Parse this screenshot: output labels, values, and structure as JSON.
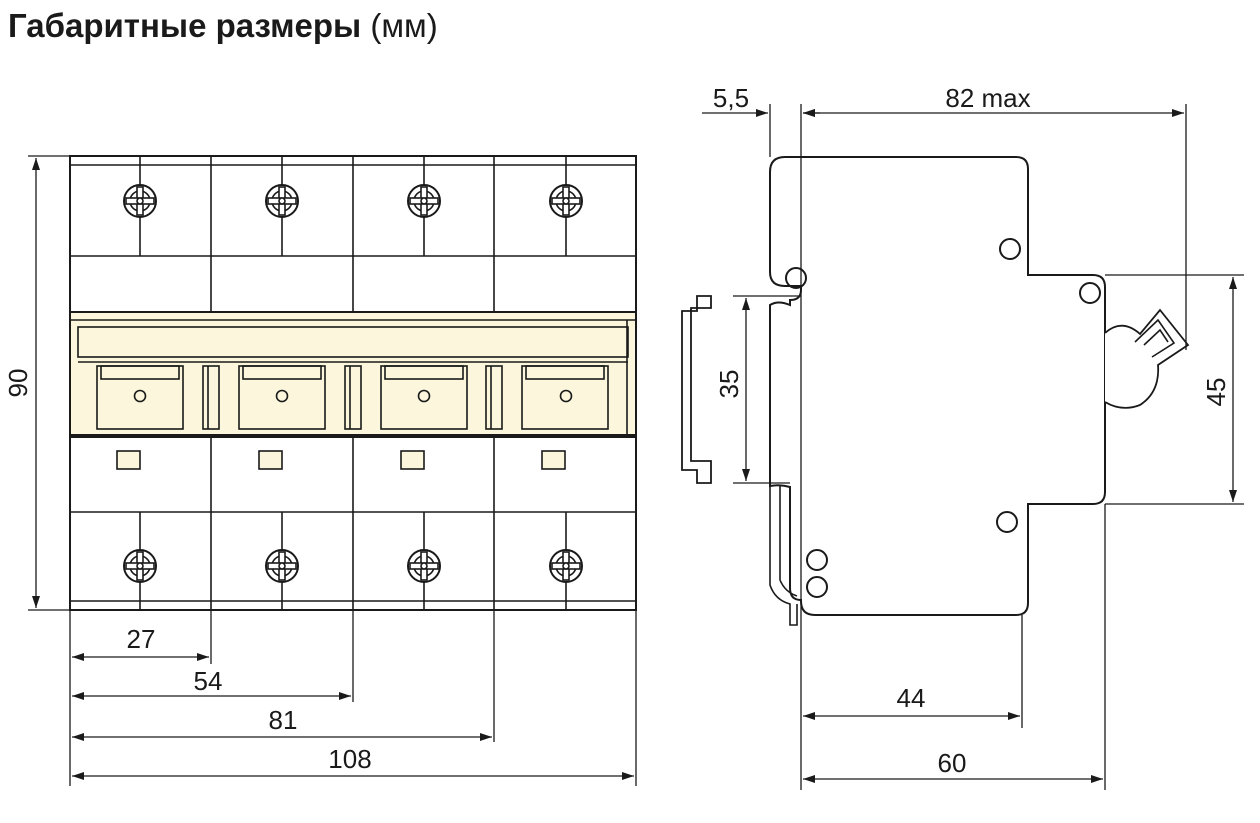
{
  "title": {
    "main": "Габаритные размеры",
    "unit": "(мм)"
  },
  "colors": {
    "body_fill": "#ffffff",
    "lever_fill": "#fbf6dc",
    "stroke": "#1a1a1a"
  },
  "front_view": {
    "poles": 4,
    "height_label": "90",
    "width_labels": [
      "27",
      "54",
      "81",
      "108"
    ]
  },
  "side_view": {
    "top_left_label": "5,5",
    "top_width_label": "82 max",
    "rail_label": "35",
    "right_height_label": "45",
    "bottom_inner_label": "44",
    "bottom_total_label": "60"
  }
}
